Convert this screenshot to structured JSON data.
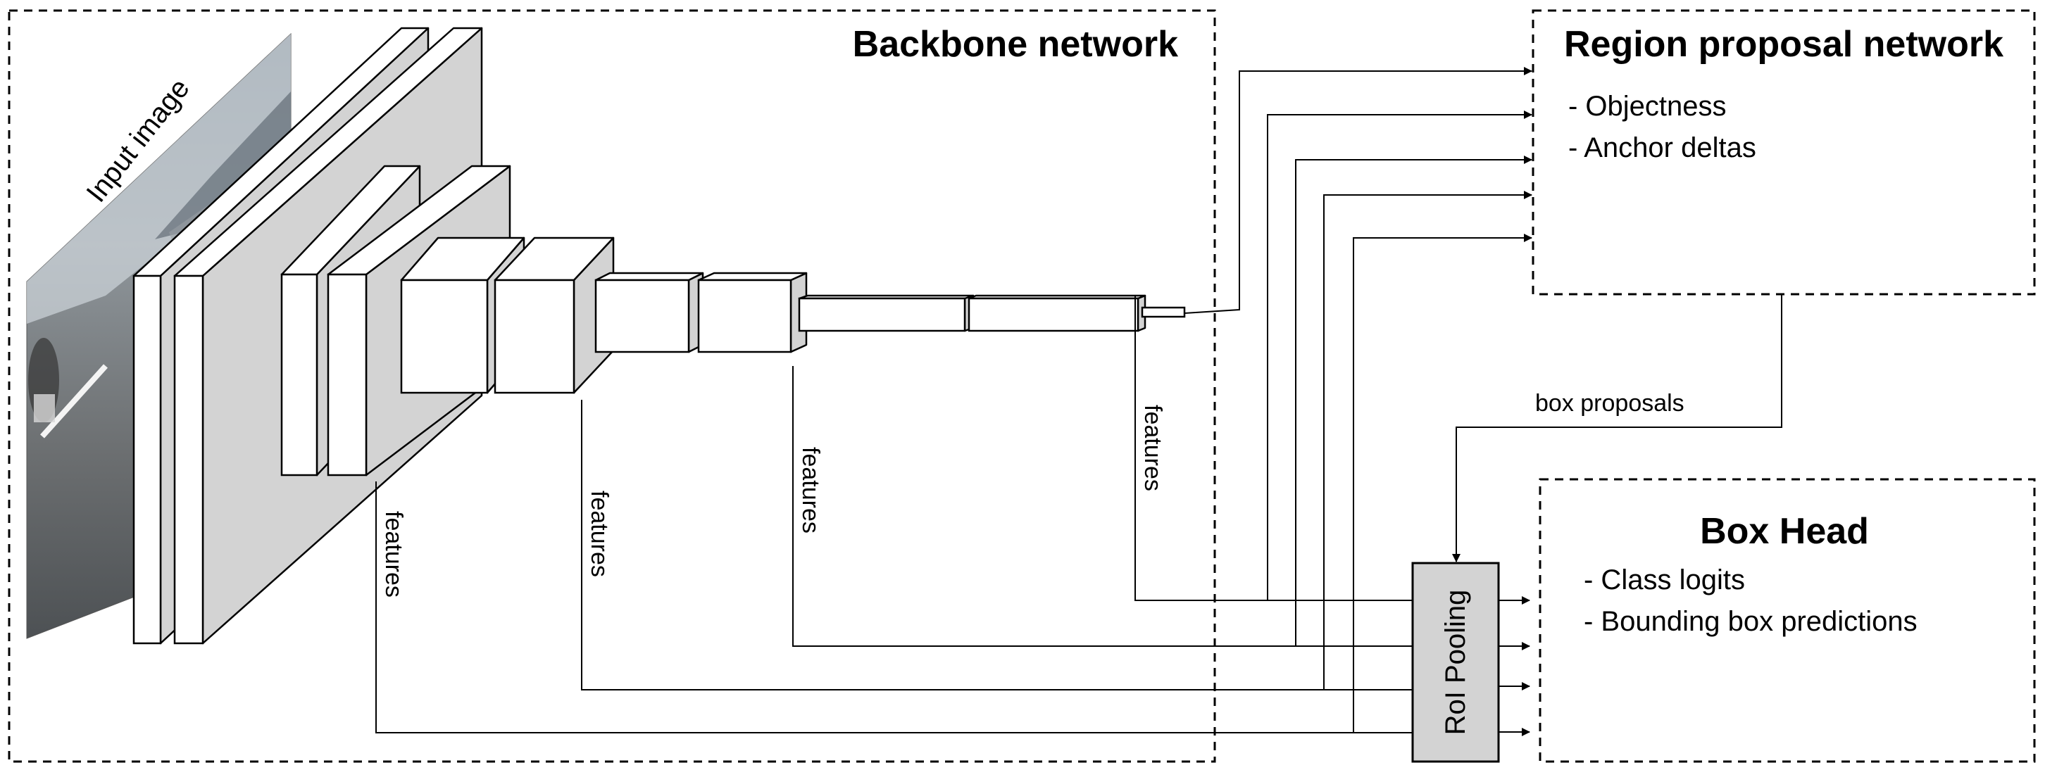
{
  "backbone": {
    "title": "Backbone network",
    "input_label": "Input image"
  },
  "rpn": {
    "title": "Region proposal network",
    "outputs": [
      "- Objectness",
      "- Anchor deltas"
    ]
  },
  "box_head": {
    "title": "Box Head",
    "outputs": [
      "- Class logits",
      "- Bounding box predictions"
    ]
  },
  "roi_pooling": {
    "label": "RoI Pooling"
  },
  "features_label": "features",
  "box_proposals_label": "box proposals",
  "colors": {
    "line": "#000000",
    "block_fill": "#ffffff",
    "block_side": "#d3d3d3",
    "roi_fill": "#d3d3d3"
  }
}
